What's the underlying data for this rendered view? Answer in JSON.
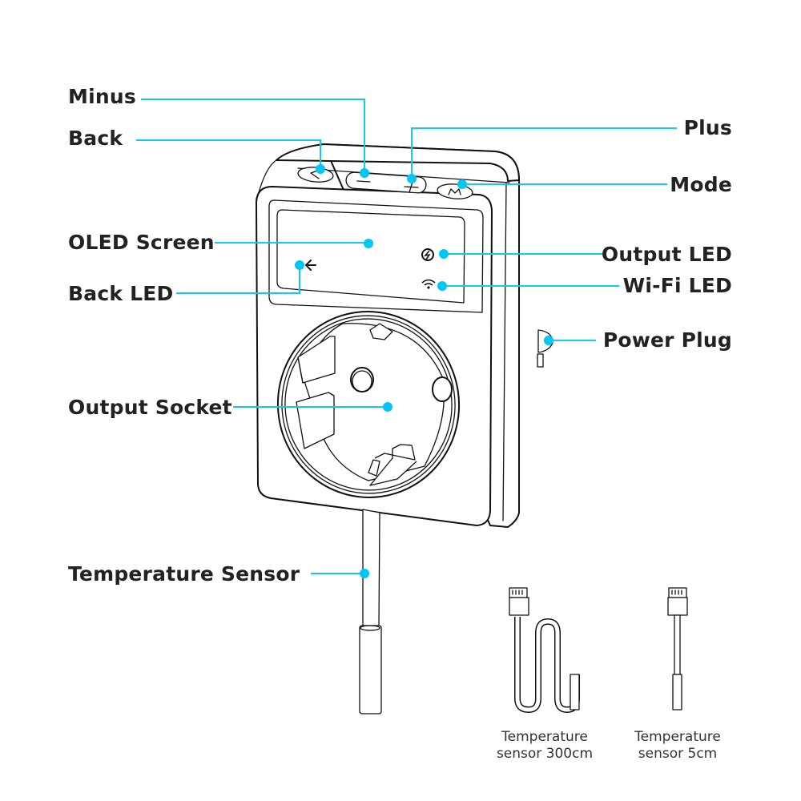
{
  "diagram": {
    "title": "Smart thermostat socket – component callouts",
    "accent_color": "#00c6f6",
    "outline_color": "#111111",
    "labels": {
      "minus": "Minus",
      "back": "Back",
      "plus": "Plus",
      "mode": "Mode",
      "oled_screen": "OLED Screen",
      "back_led": "Back LED",
      "output_led": "Output LED",
      "wifi_led": "Wi-Fi LED",
      "power_plug": "Power Plug",
      "output_socket": "Output Socket",
      "temperature_sensor": "Temperature Sensor"
    },
    "buttons": [
      {
        "name": "back",
        "glyph": "back-arrow"
      },
      {
        "name": "minus",
        "glyph": "minus"
      },
      {
        "name": "plus",
        "glyph": "plus"
      },
      {
        "name": "mode",
        "glyph": "M"
      }
    ],
    "screen_icons": {
      "back_led": "←",
      "output_led": "power-bolt",
      "wifi_led": "wifi"
    },
    "accessories": [
      {
        "line1": "Temperature",
        "line2": "sensor 300cm"
      },
      {
        "line1": "Temperature",
        "line2": "sensor 5cm"
      }
    ]
  }
}
